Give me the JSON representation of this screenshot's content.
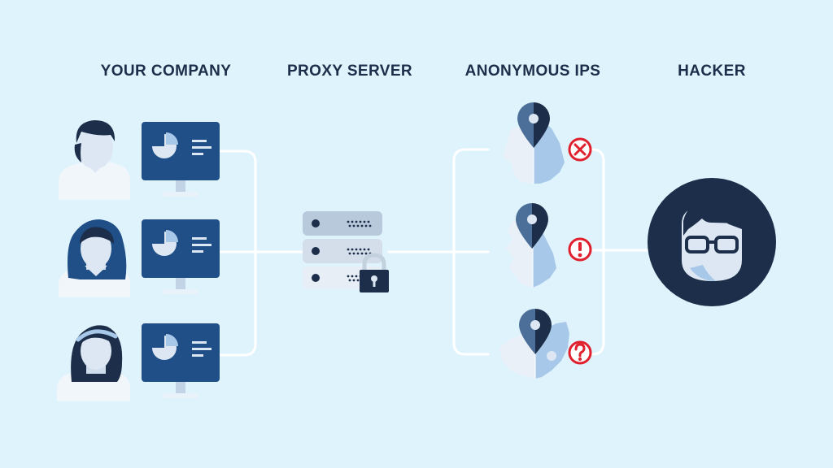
{
  "headings": {
    "company": "YOUR COMPANY",
    "proxy": "PROXY SERVER",
    "anonymous_ips": "ANONYMOUS IPS",
    "hacker": "HACKER"
  },
  "employees": [
    {
      "name": "employee-male"
    },
    {
      "name": "employee-female-longhair"
    },
    {
      "name": "employee-female-headband"
    }
  ],
  "regions": [
    {
      "region": "germany-map",
      "status": "blocked",
      "status_icon": "x-circle-icon"
    },
    {
      "region": "great-britain-map",
      "status": "warning",
      "status_icon": "exclamation-circle-icon"
    },
    {
      "region": "south-africa-map",
      "status": "unknown",
      "status_icon": "question-circle-icon"
    }
  ],
  "colors": {
    "background": "#dff3fd",
    "navy": "#1c2e4a",
    "monitor_blue": "#1f4f86",
    "light_blue": "#a7c8e8",
    "alert_red": "#e0202c",
    "connector": "#ffffff"
  }
}
